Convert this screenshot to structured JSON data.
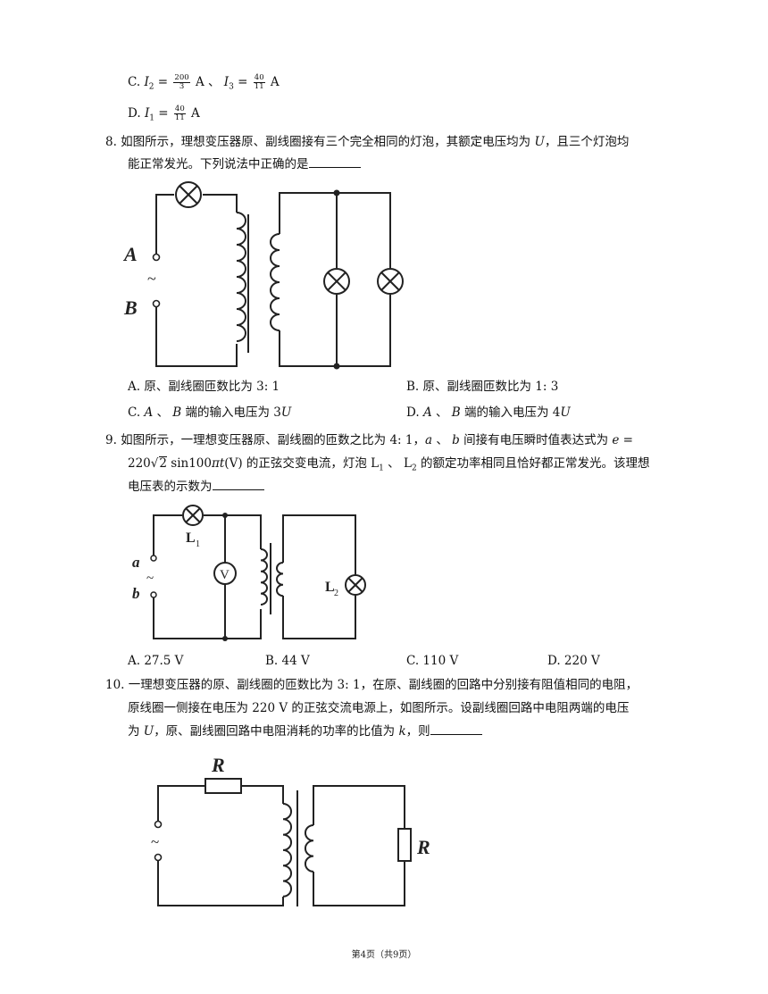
{
  "q7": {
    "c_label": "C.",
    "c_i2_var": "I",
    "c_i2_sub": "2",
    "c_i2_num": "200",
    "c_i2_den": "3",
    "c_i2_unit": "A",
    "c_sep": "、",
    "c_i3_var": "I",
    "c_i3_sub": "3",
    "c_i3_num": "40",
    "c_i3_den": "11",
    "c_i3_unit": "A",
    "d_label": "D.",
    "d_i1_var": "I",
    "d_i1_sub": "1",
    "d_i1_num": "40",
    "d_i1_den": "11",
    "d_i1_unit": "A"
  },
  "q8": {
    "line1_a": "8. 如图所示，理想变压器原、副线圈接有三个完全相同的灯泡，其额定电压均为 ",
    "line1_var": "U",
    "line1_b": "，且三个灯泡均",
    "line2": "能正常发光。下列说法中正确的是",
    "fig_label_a": "A",
    "fig_label_tilde": "~",
    "fig_label_b": "B",
    "opt_a": "A. 原、副线圈匝数比为 3: 1",
    "opt_b": "B. 原、副线圈匝数比为 1: 3",
    "opt_c_pre": "C. ",
    "opt_c_a": "A",
    "opt_c_mid": " 、 ",
    "opt_c_b": "B",
    "opt_c_post": " 端的输入电压为 3",
    "opt_c_u": "U",
    "opt_d_pre": "D. ",
    "opt_d_a": "A",
    "opt_d_mid": " 、 ",
    "opt_d_b": "B",
    "opt_d_post": " 端的输入电压为 4",
    "opt_d_u": "U"
  },
  "q9": {
    "line1_a": "9. 如图所示，一理想变压器原、副线圈的匝数之比为 4: 1，",
    "line1_av": "a",
    "line1_sep": " 、 ",
    "line1_bv": "b",
    "line1_b": " 间接有电压瞬时值表达式为 ",
    "line1_e": "e",
    "line1_eq": " =",
    "line2_a": "220",
    "line2_sqrt": "2",
    "line2_b": " sin100",
    "line2_pi": "πt",
    "line2_c": "(V) 的正弦交变电流，灯泡 L",
    "line2_l1": "1",
    "line2_d": " 、 L",
    "line2_l2": "2",
    "line2_e": " 的额定功率相同且恰好都正常发光。该理想",
    "line3": "电压表的示数为",
    "fig_l1": "L",
    "fig_l1_sub": "1",
    "fig_l2": "L",
    "fig_l2_sub": "2",
    "fig_a": "a",
    "fig_b": "b",
    "fig_tilde": "~",
    "fig_v": "V",
    "opt_a": "A. 27.5 V",
    "opt_b": "B. 44 V",
    "opt_c": "C. 110 V",
    "opt_d": "D. 220 V"
  },
  "q10": {
    "line1": "10. 一理想变压器的原、副线圈的匝数比为 3: 1，在原、副线圈的回路中分别接有阻值相同的电阻，",
    "line2": "原线圈一侧接在电压为 220 V 的正弦交流电源上，如图所示。设副线圈回路中电阻两端的电压",
    "line3_a": "为 ",
    "line3_u": "U",
    "line3_b": "，原、副线圈回路中电阻消耗的功率的比值为 ",
    "line3_k": "k",
    "line3_c": "，则",
    "fig_r1": "R",
    "fig_r2": "R",
    "fig_tilde": "~"
  },
  "footer": "第4页（共9页）"
}
